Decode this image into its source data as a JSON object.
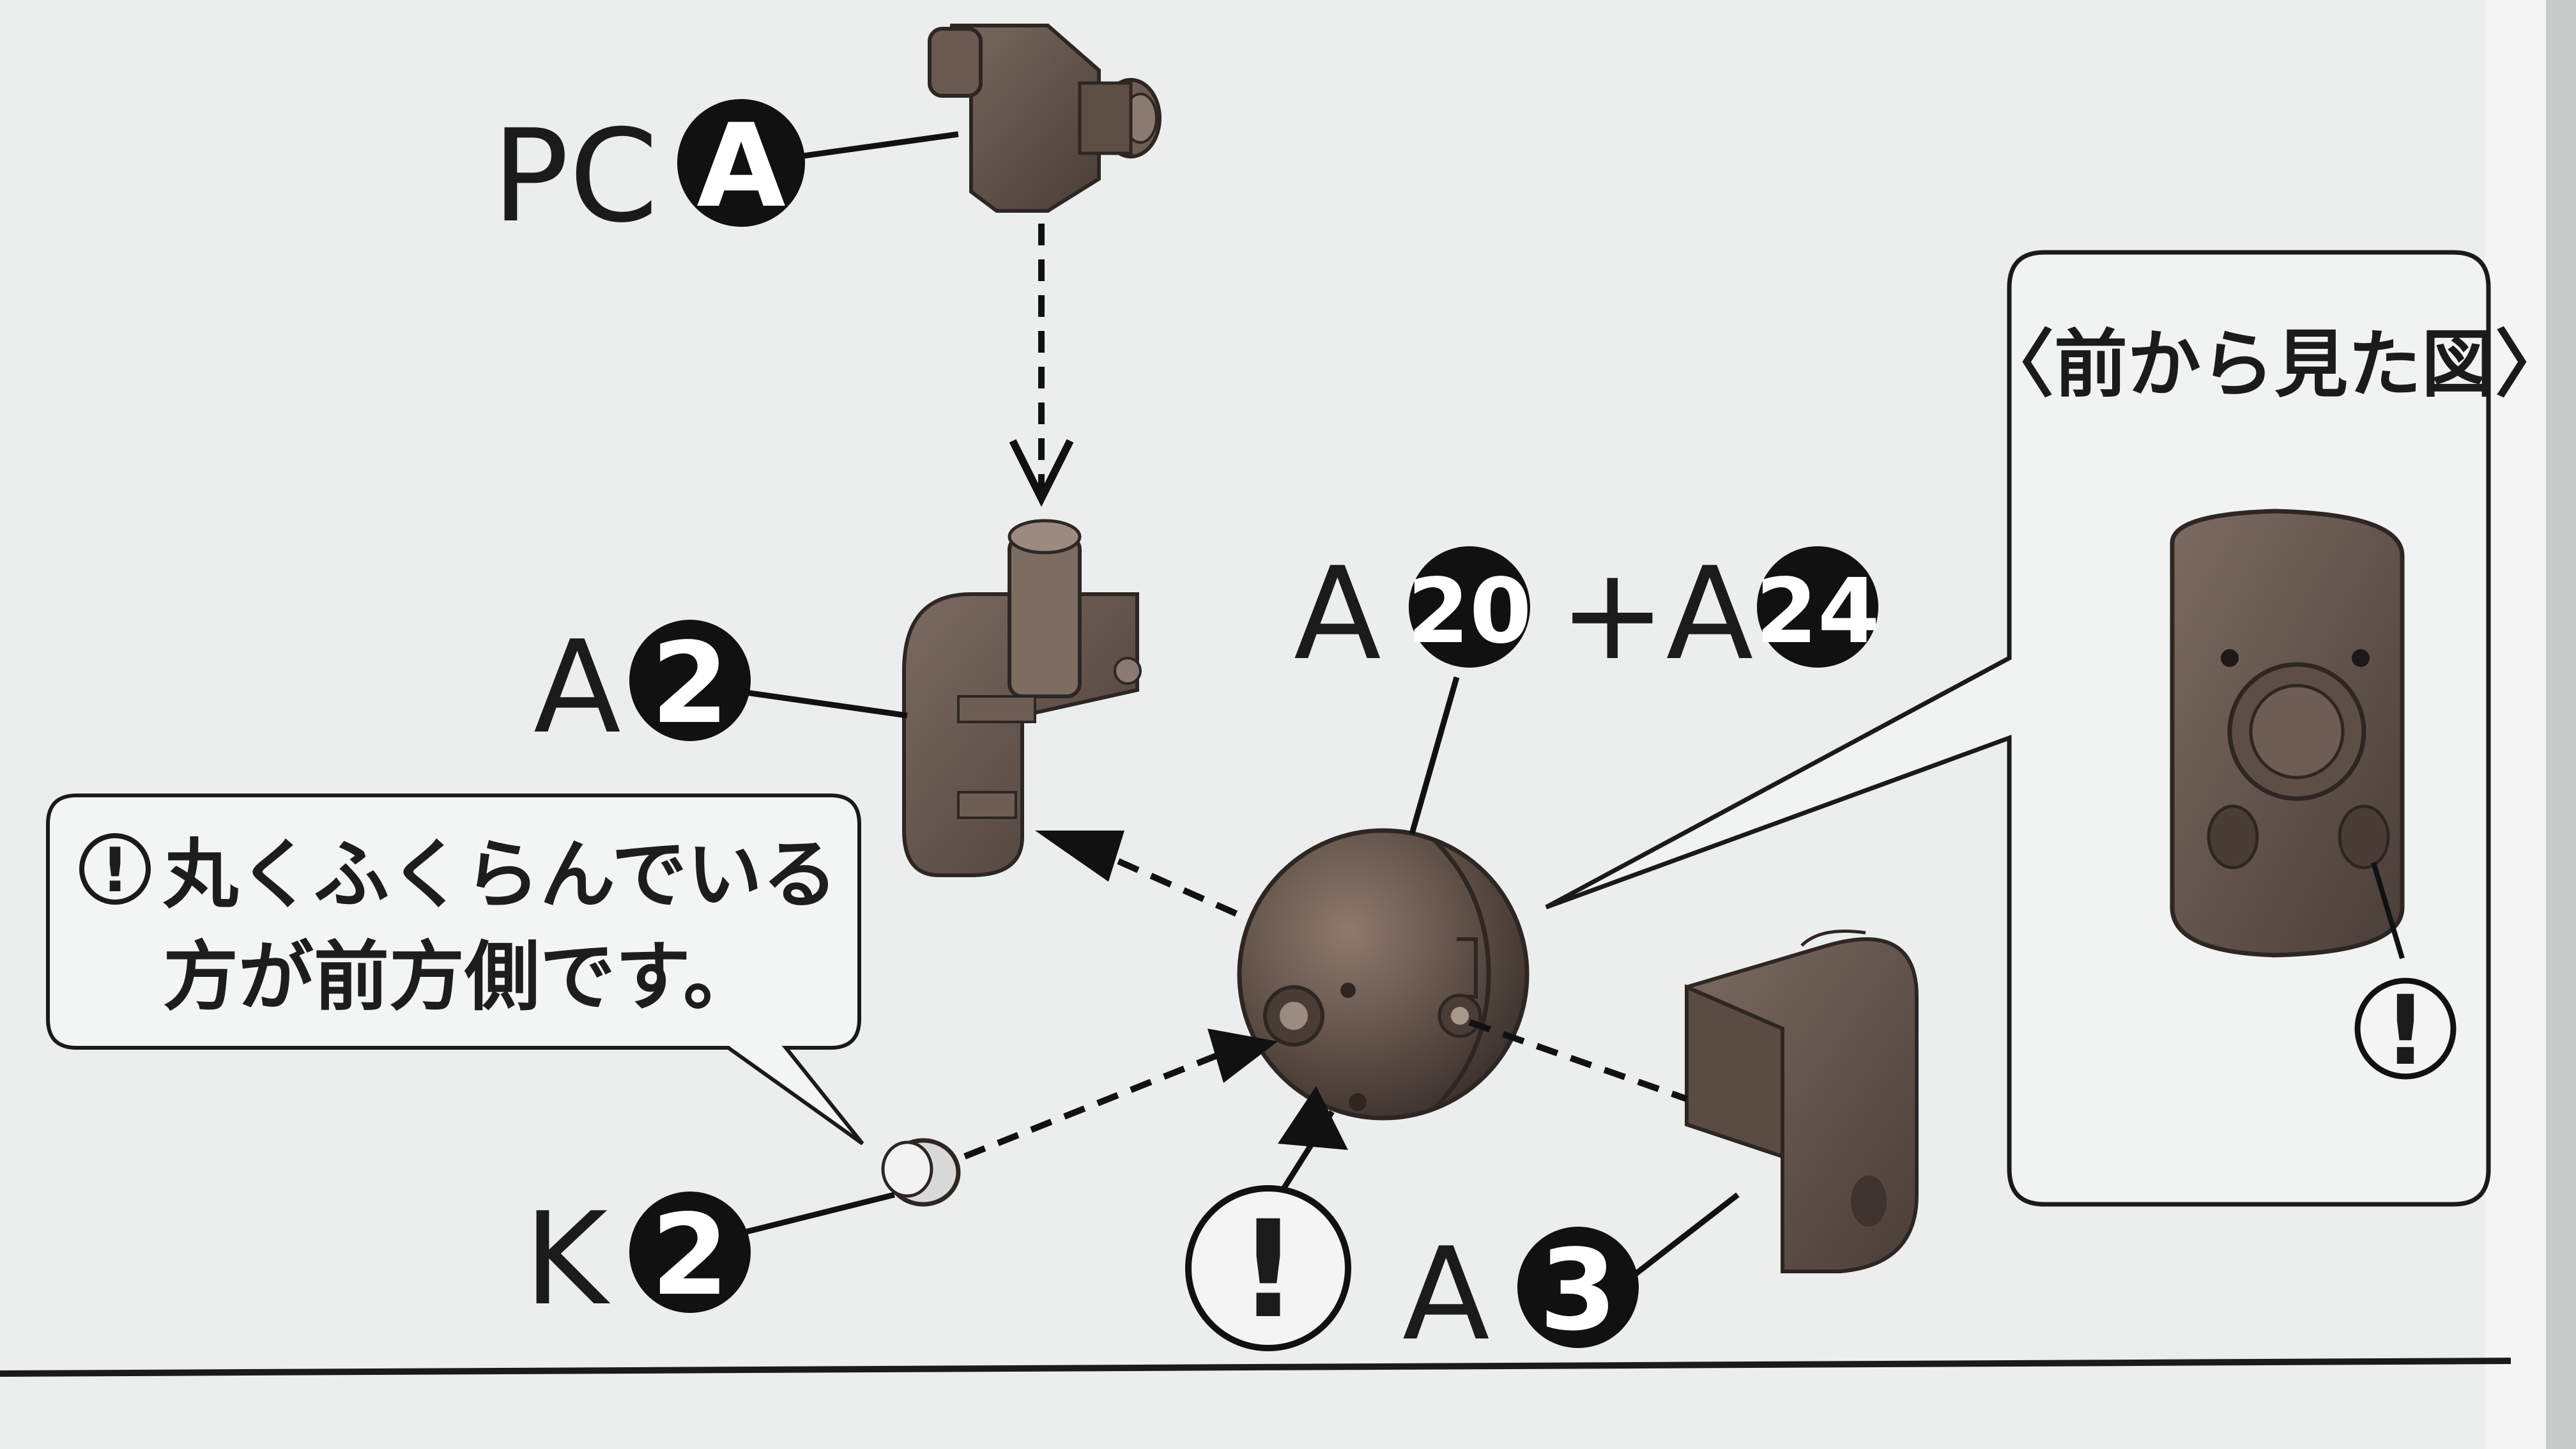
{
  "parts": {
    "pc_a": {
      "prefix": "PC",
      "id": "A"
    },
    "a2": {
      "prefix": "A",
      "id": "2"
    },
    "a20_a24": {
      "prefix_1": "A",
      "id_1": "20",
      "joiner": "+A",
      "id_2": "24"
    },
    "k2": {
      "prefix": "K",
      "id": "2"
    },
    "a3": {
      "prefix": "A",
      "id": "3"
    }
  },
  "note": {
    "icon": "!",
    "line1": "丸くふくらんでいる",
    "line2": "方が前方側です。"
  },
  "inset": {
    "title": "〈前から見た図〉"
  },
  "warning_mark": "!"
}
